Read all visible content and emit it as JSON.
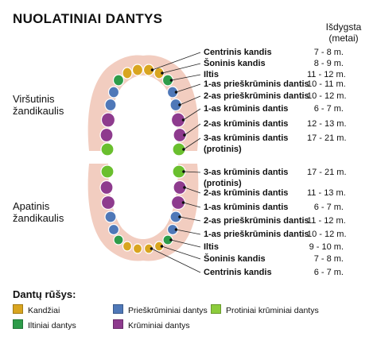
{
  "title": "NUOLATINIAI DANTYS",
  "age_header": [
    "Išdygsta",
    "(metai)"
  ],
  "upper_jaw_label": [
    "Viršutinis",
    "žandikaulis"
  ],
  "lower_jaw_label": [
    "Apatinis",
    "žandikaulis"
  ],
  "upper_teeth": [
    {
      "name": "Centrinis kandis",
      "age": "7 - 8 m."
    },
    {
      "name": "Šoninis kandis",
      "age": "8 - 9 m."
    },
    {
      "name": "Iltis",
      "age": "11 - 12 m."
    },
    {
      "name": "1-as prieškrūminis dantis",
      "age": "10 - 11 m."
    },
    {
      "name": "2-as prieškrūminis dantis",
      "age": "10 - 12 m."
    },
    {
      "name": "1-as krūminis dantis",
      "age": "6 - 7 m."
    },
    {
      "name": "2-as krūminis dantis",
      "age": "12 - 13 m."
    },
    {
      "name": "3-as krūminis dantis",
      "name_sub": "(protinis)",
      "age": "17 - 21 m."
    }
  ],
  "lower_teeth": [
    {
      "name": "3-as krūminis dantis",
      "name_sub": "(protinis)",
      "age": "17 - 21 m."
    },
    {
      "name": "2-as krūminis dantis",
      "age": "11 - 13 m."
    },
    {
      "name": "1-as krūminis dantis",
      "age": "6 - 7 m."
    },
    {
      "name": "2-as prieškrūminis dantis",
      "age": "11 - 12 m."
    },
    {
      "name": "1-as prieškrūminis dantis",
      "age": "10 - 12 m."
    },
    {
      "name": "Iltis",
      "age": "9 - 10 m."
    },
    {
      "name": "Šoninis kandis",
      "age": "7 - 8 m."
    },
    {
      "name": "Centrinis kandis",
      "age": "6 - 7 m."
    }
  ],
  "legend": {
    "title": "Dantų rūšys:",
    "items": [
      {
        "label": "Kandžiai",
        "color": "#d9a520"
      },
      {
        "label": "Prieškrūminiai dantys",
        "color": "#4f78b8"
      },
      {
        "label": "Protiniai krūminiai dantys",
        "color": "#8ccc3c"
      },
      {
        "label": "Iltiniai dantys",
        "color": "#2e9c4a"
      },
      {
        "label": "Krūminiai dantys",
        "color": "#8e3b8e"
      }
    ]
  },
  "colors": {
    "gum": "#f2cdc0",
    "incisor": "#d9a520",
    "canine": "#2e9c4a",
    "premolar": "#4f78b8",
    "molar": "#8e3b8e",
    "wisdom": "#6abf2e"
  }
}
